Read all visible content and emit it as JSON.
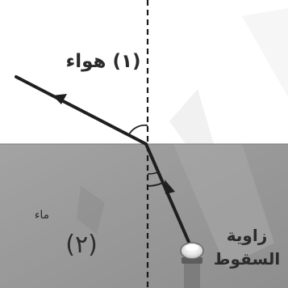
{
  "diagram": {
    "medium_top_label": "(١) هواء",
    "medium_bottom_name": "ماء",
    "medium_bottom_number": "(٢)",
    "angle_label_line1": "زاوية",
    "angle_label_line2": "السقوط",
    "colors": {
      "air": "#ffffff",
      "water": "#9b9b9b",
      "ray": "#1f1f1f",
      "normal": "#1a1a1a"
    }
  }
}
